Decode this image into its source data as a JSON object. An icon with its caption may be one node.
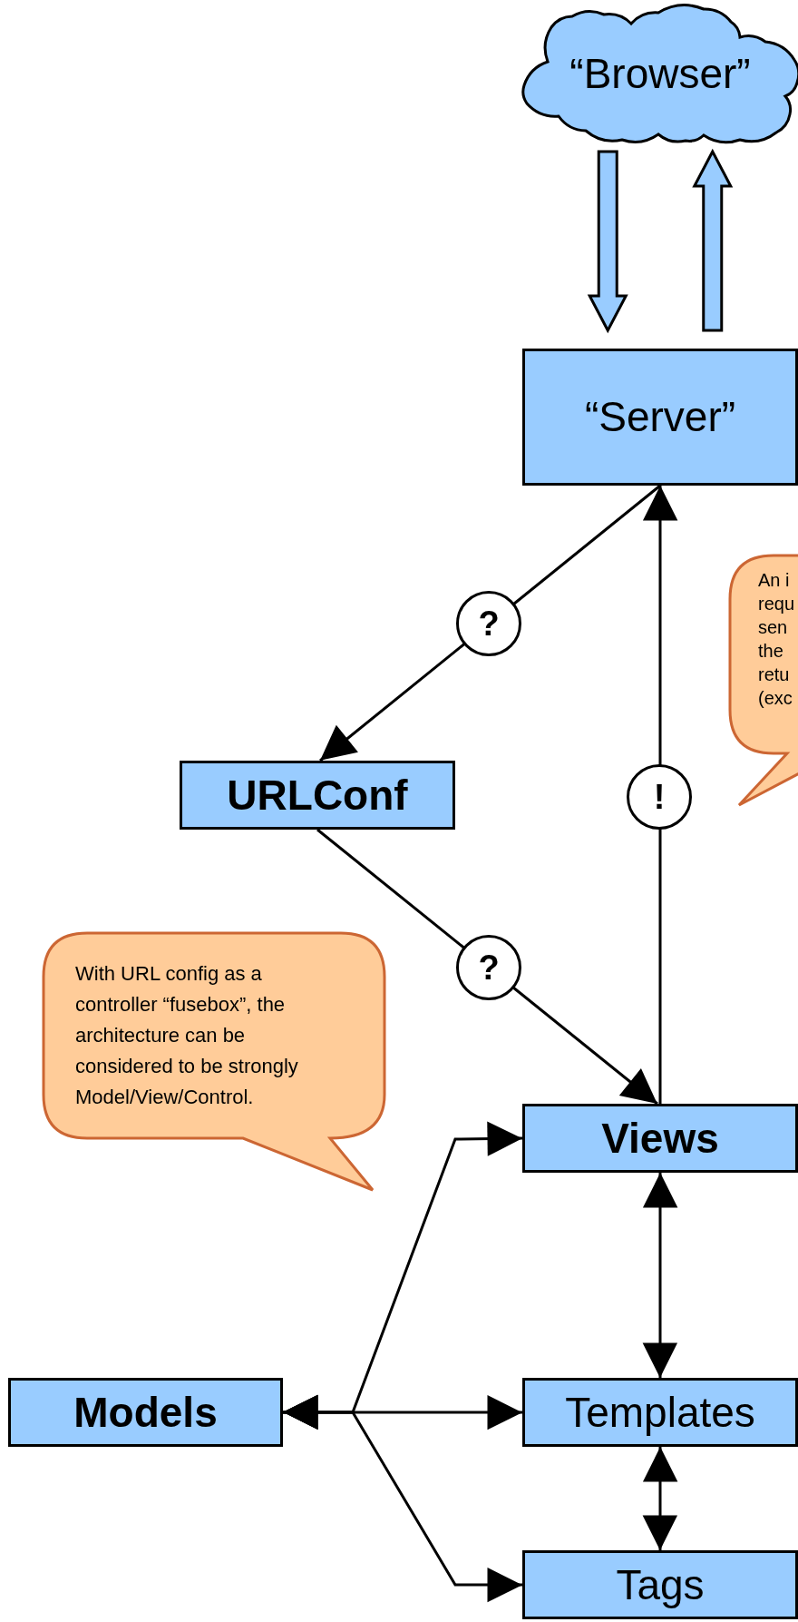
{
  "diagram": {
    "nodes": [
      {
        "text": [
          "“Browser”"
        ]
      },
      {
        "text": [
          "“Server”"
        ]
      },
      {
        "text": [
          "An i requ sen the retu (exc"
        ]
      },
      {
        "text": [
          "URLConf"
        ]
      },
      {
        "text": [
          "With URL config as a controller “fusebox”, the architecture can be considered to be strongly Model/View/Control."
        ]
      },
      {
        "text": [
          "Views"
        ]
      },
      {
        "text": [
          "Models"
        ]
      },
      {
        "text": [
          "Templates"
        ]
      },
      {
        "text": [
          "Tags"
        ]
      }
    ],
    "edges": [
      {
        "from": 0,
        "to": 1,
        "arrow": "to",
        "style": "thick"
      },
      {
        "from": 1,
        "to": 0,
        "arrow": "to",
        "style": "thick"
      },
      {
        "from": 1,
        "to": 3,
        "arrow": "to",
        "label": "?"
      },
      {
        "from": 3,
        "to": 5,
        "arrow": "to",
        "label": "?"
      },
      {
        "from": 5,
        "to": 1,
        "arrow": "to",
        "label": "!"
      },
      {
        "from": 5,
        "to": 7,
        "arrow": "both"
      },
      {
        "from": 7,
        "to": 8,
        "arrow": "both"
      },
      {
        "from": 6,
        "to": 5,
        "arrow": "both"
      },
      {
        "from": 6,
        "to": 7,
        "arrow": "both"
      },
      {
        "from": 6,
        "to": 8,
        "arrow": "both"
      }
    ]
  }
}
